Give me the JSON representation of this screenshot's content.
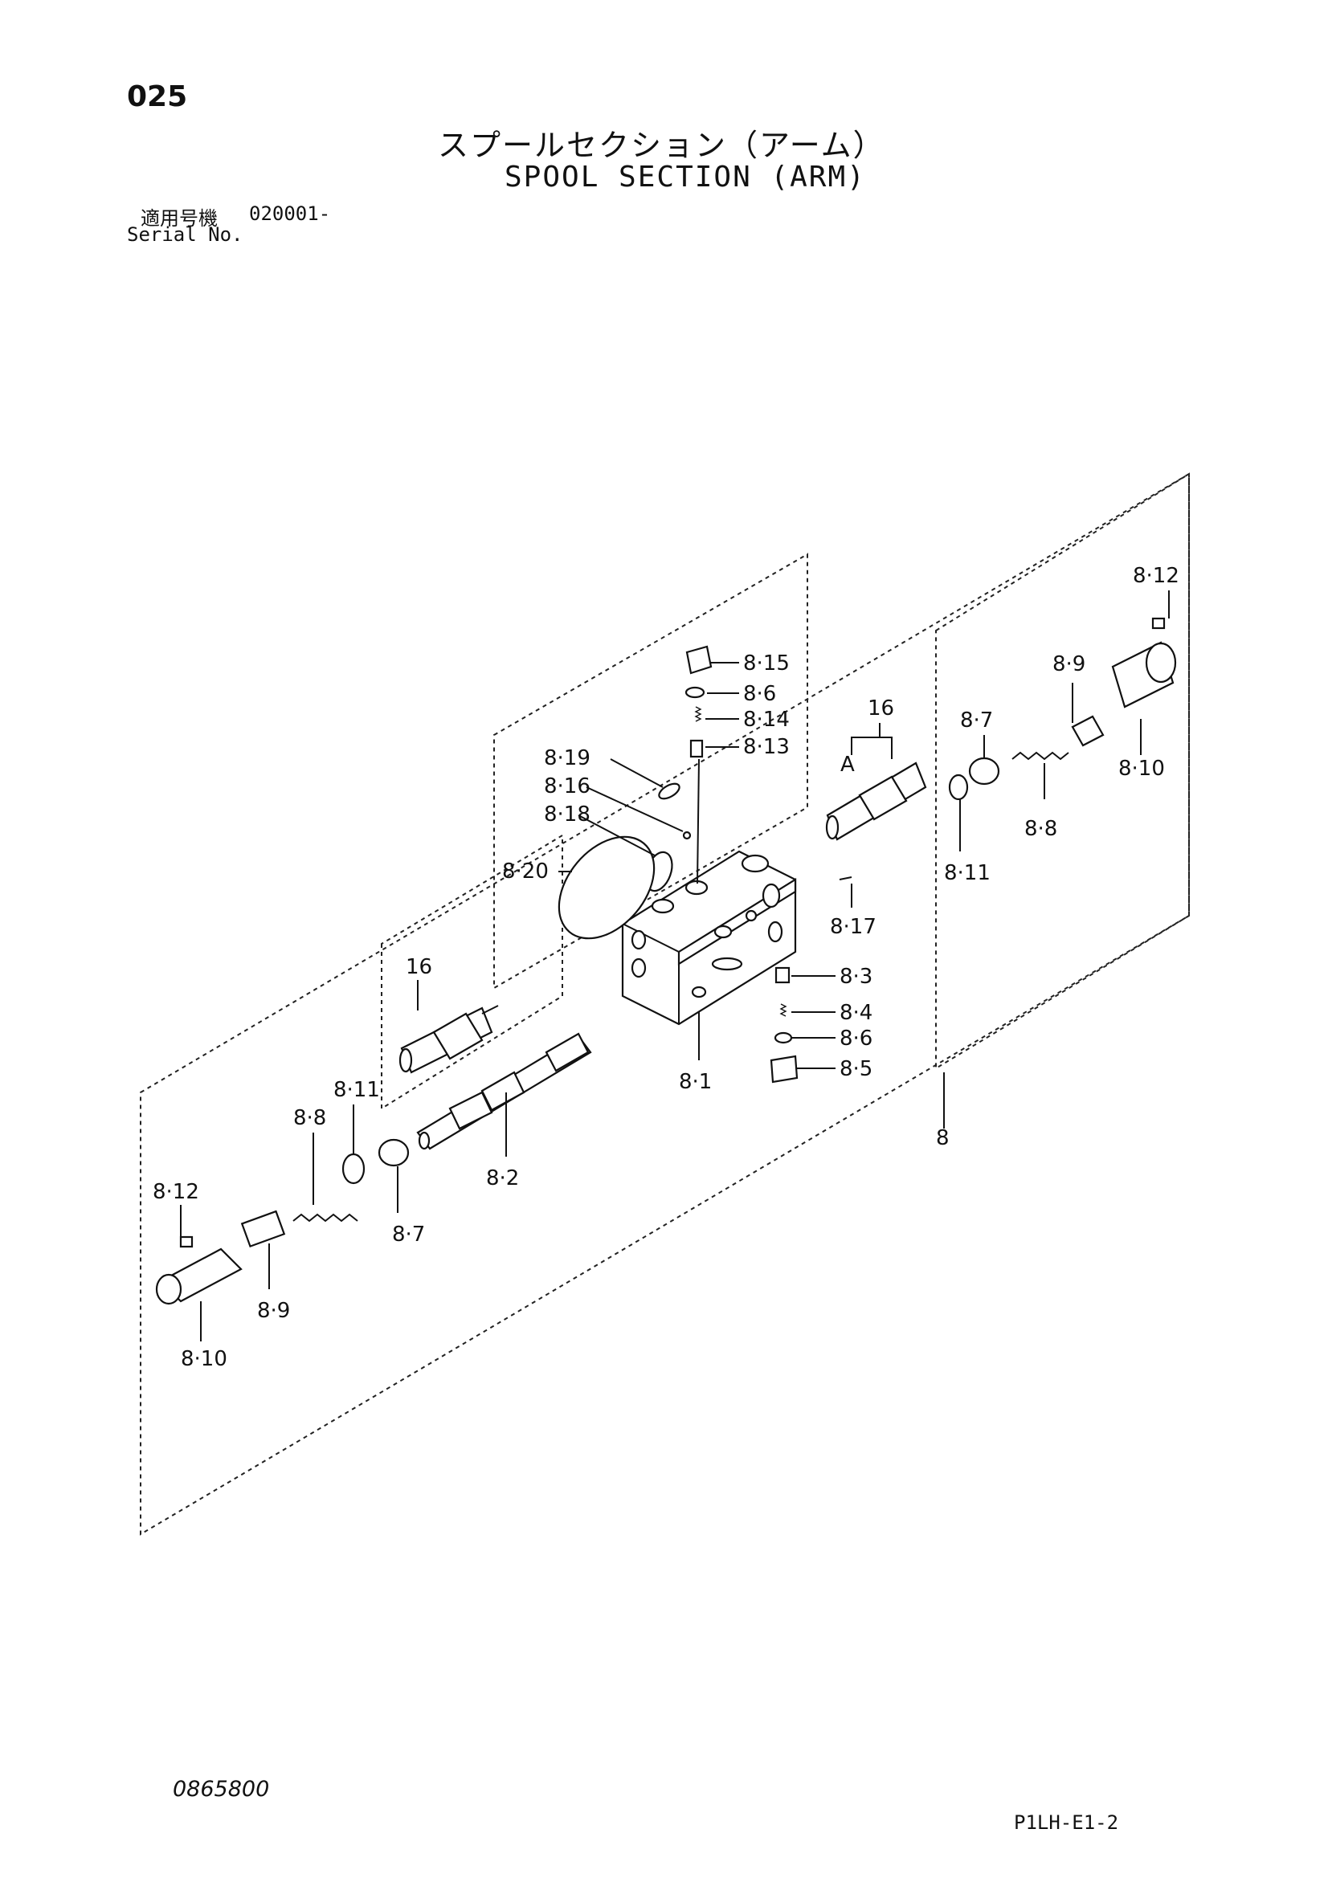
{
  "header": {
    "page_number": "025",
    "title_ja": "スプールセクション（アーム）",
    "title_en": "SPOOL SECTION (ARM)",
    "serial_label_ja": "適用号機",
    "serial_value": "020001-",
    "serial_label_en": "Serial No."
  },
  "footer": {
    "doc_number": "0865800",
    "page_code": "P1LH-E1-2"
  },
  "callouts": {
    "c_8_12_top": "8·12",
    "c_8_15": "8·15",
    "c_8_6_top": "8·6",
    "c_8_14": "8·14",
    "c_8_13": "8·13",
    "c_16_right": "16",
    "c_A": "A",
    "c_8_9_right": "8·9",
    "c_8_7_right": "8·7",
    "c_8_10_right": "8·10",
    "c_8_19": "8·19",
    "c_8_16": "8·16",
    "c_8_18": "8·18",
    "c_8_20": "8·20",
    "c_8_8_right": "8·8",
    "c_8_11_right": "8·11",
    "c_8_17": "8·17",
    "c_16_left": "16",
    "c_8_3": "8·3",
    "c_8_4": "8·4",
    "c_8_6_bottom": "8·6",
    "c_8_5": "8·5",
    "c_8_1": "8·1",
    "c_8_11_left": "8·11",
    "c_8_8_left": "8·8",
    "c_8": "8",
    "c_8_2": "8·2",
    "c_8_12_left": "8·12",
    "c_8_7_left": "8·7",
    "c_8_9_left": "8·9",
    "c_8_10_left": "8·10"
  }
}
